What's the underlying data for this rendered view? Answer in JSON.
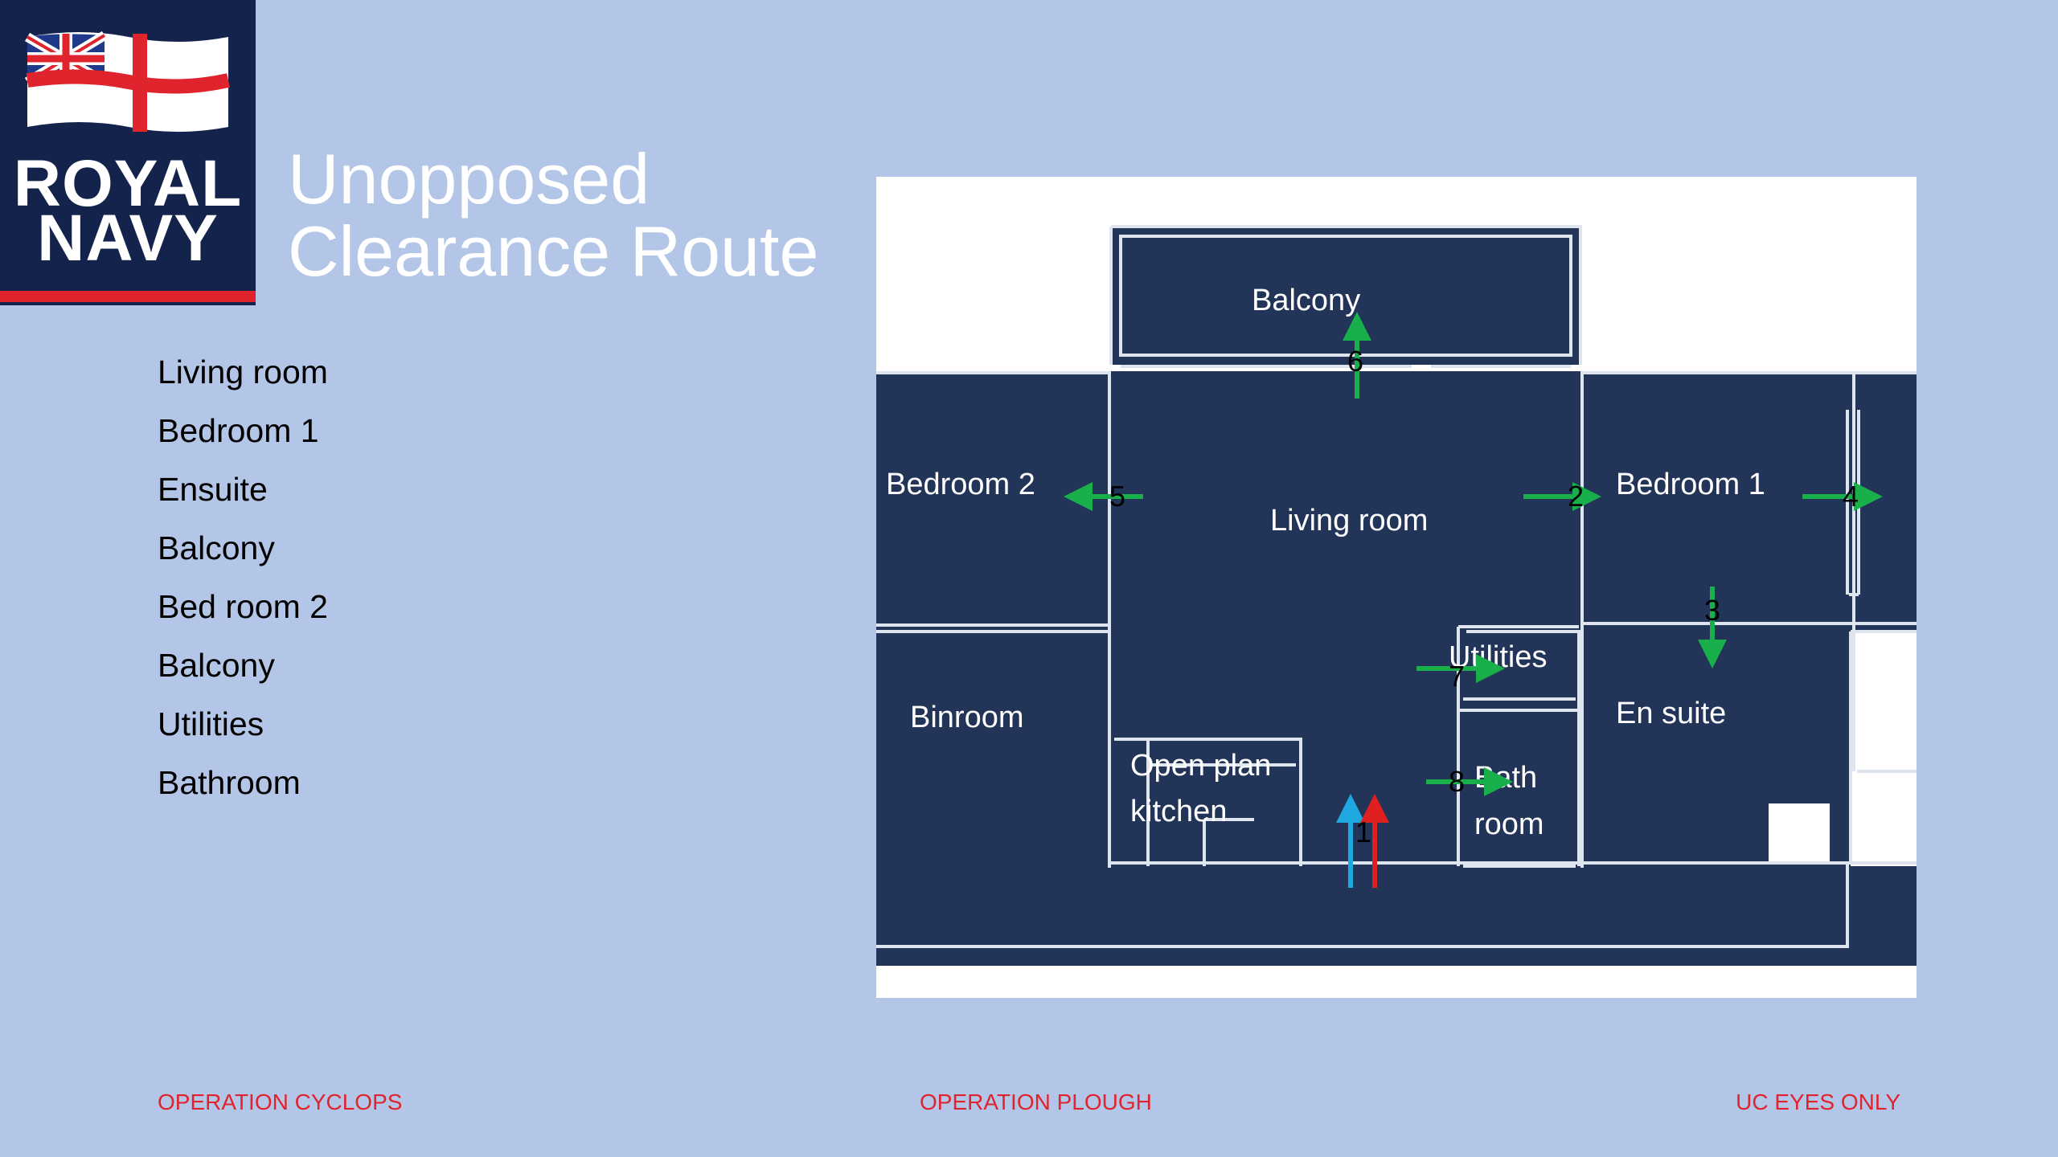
{
  "logo": {
    "line1": "ROYAL",
    "line2": "NAVY"
  },
  "title": {
    "line1": "Unopposed",
    "line2": "Clearance Route"
  },
  "route": [
    "Living room",
    "Bedroom 1",
    "Ensuite",
    "Balcony",
    "Bed room 2",
    "Balcony",
    "Utilities",
    "Bathroom"
  ],
  "floorplan": {
    "rooms": {
      "balcony": "Balcony",
      "bedroom2": "Bedroom  2",
      "living": "Living room",
      "bedroom1": "Bedroom  1",
      "utilities": "Utilities",
      "binroom": "Binroom",
      "kitchen1": "Open plan",
      "kitchen2": "kitchen",
      "bath1": "Bath",
      "bath2": "room",
      "ensuite": "En suite"
    },
    "steps": [
      "1",
      "2",
      "3",
      "4",
      "5",
      "6",
      "7",
      "8"
    ],
    "colors": {
      "wall": "#223457",
      "line": "#dfe5ef",
      "route": "#19b04b",
      "entry_blue": "#1fa7e0",
      "entry_red": "#e02020"
    }
  },
  "footer": {
    "left": "OPERATION CYCLOPS",
    "center": "OPERATION PLOUGH",
    "right": "UC EYES ONLY"
  }
}
